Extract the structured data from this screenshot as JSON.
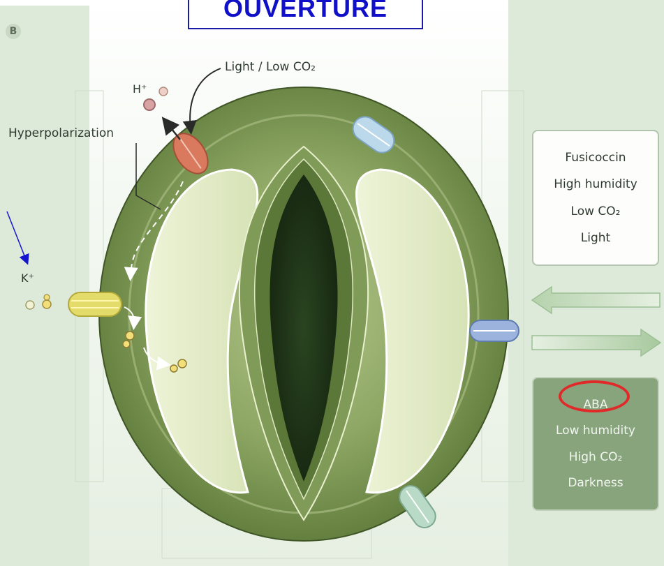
{
  "title": "OUVERTURE",
  "panel_badge": "B",
  "labels": {
    "hyperpolarization": "Hyperpolarization",
    "light_low_co2": "Light / Low CO₂",
    "h_ion": "H⁺",
    "k_ion": "K⁺"
  },
  "opening_factors": [
    "Fusicoccin",
    "High humidity",
    "Low CO₂",
    "Light"
  ],
  "closing_factors": [
    "ABA",
    "Low humidity",
    "High CO₂",
    "Darkness"
  ],
  "highlighted_factor": "ABA",
  "colors": {
    "title_blue": "#1010c8",
    "highlight_ring": "#e02a2a",
    "guard_cell_outer": "#5f7a3c",
    "vacuole": "#e9f0cf",
    "pore": "#1f3317",
    "proton_pump": "#d97a5e",
    "k_channel": "#e4dc6a",
    "channel_blue_light": "#bcd9ec",
    "channel_blue": "#9cb4dd",
    "channel_green": "#b9dac6"
  }
}
